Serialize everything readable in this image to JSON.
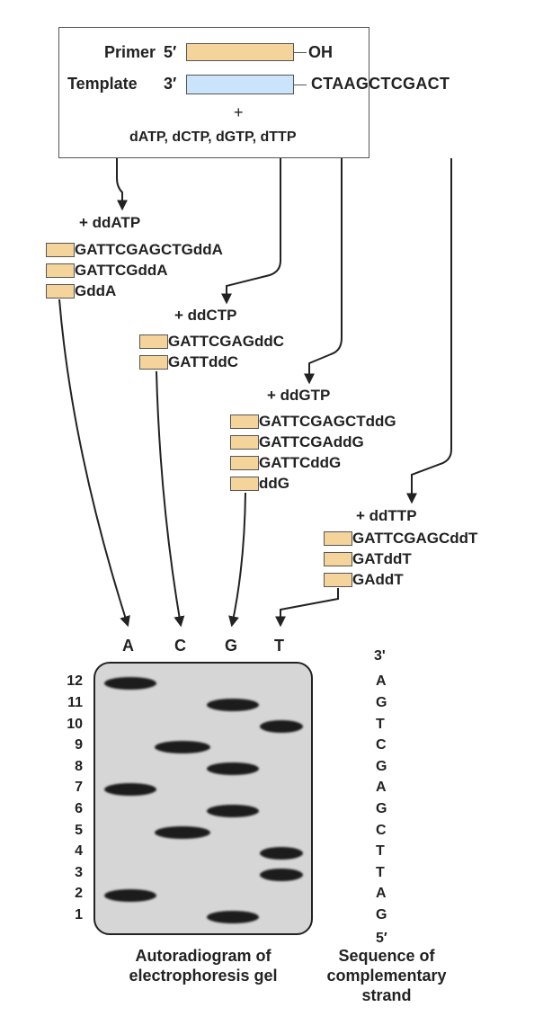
{
  "reaction": {
    "primer_label": "Primer",
    "primer_end5": "5′",
    "primer_end3": "OH",
    "template_label": "Template",
    "template_end3": "3′",
    "template_seq": "CTAAGCTCGACT",
    "plus": "+",
    "dntps": "dATP, dCTP, dGTP, dTTP"
  },
  "ddntp_groups": [
    {
      "label": "+ ddATP",
      "fragments": [
        "GATTCGAGCTGddA",
        "GATTCGddA",
        "GddA"
      ]
    },
    {
      "label": "+ ddCTP",
      "fragments": [
        "GATTCGAGddC",
        "GATTddC"
      ]
    },
    {
      "label": "+ ddGTP",
      "fragments": [
        "GATTCGAGCTddG",
        "GATTCGAddG",
        "GATTCddG",
        "ddG"
      ]
    },
    {
      "label": "+ ddTTP",
      "fragments": [
        "GATTCGAGCddT",
        "GATddT",
        "GAddT"
      ]
    }
  ],
  "gel": {
    "lanes": [
      "A",
      "C",
      "G",
      "T"
    ],
    "row_numbers": [
      "12",
      "11",
      "10",
      "9",
      "8",
      "7",
      "6",
      "5",
      "4",
      "3",
      "2",
      "1"
    ],
    "bands": {
      "A": [
        12,
        7,
        2
      ],
      "C": [
        9,
        5
      ],
      "G": [
        11,
        8,
        6,
        1
      ],
      "T": [
        10,
        4,
        3
      ]
    },
    "caption": [
      "Autoradiogram of",
      "electrophoresis gel"
    ]
  },
  "complementary": {
    "end_top": "3'",
    "bases": [
      "A",
      "G",
      "T",
      "C",
      "G",
      "A",
      "G",
      "C",
      "T",
      "T",
      "A",
      "G"
    ],
    "end_bottom": "5′",
    "caption": [
      "Sequence of",
      "complementary",
      "strand"
    ]
  },
  "colors": {
    "primer": "#f5d49b",
    "template": "#c9e4fb",
    "band": "#1c1c1c",
    "gel_background": "#d6d6d6",
    "line": "#222222"
  }
}
